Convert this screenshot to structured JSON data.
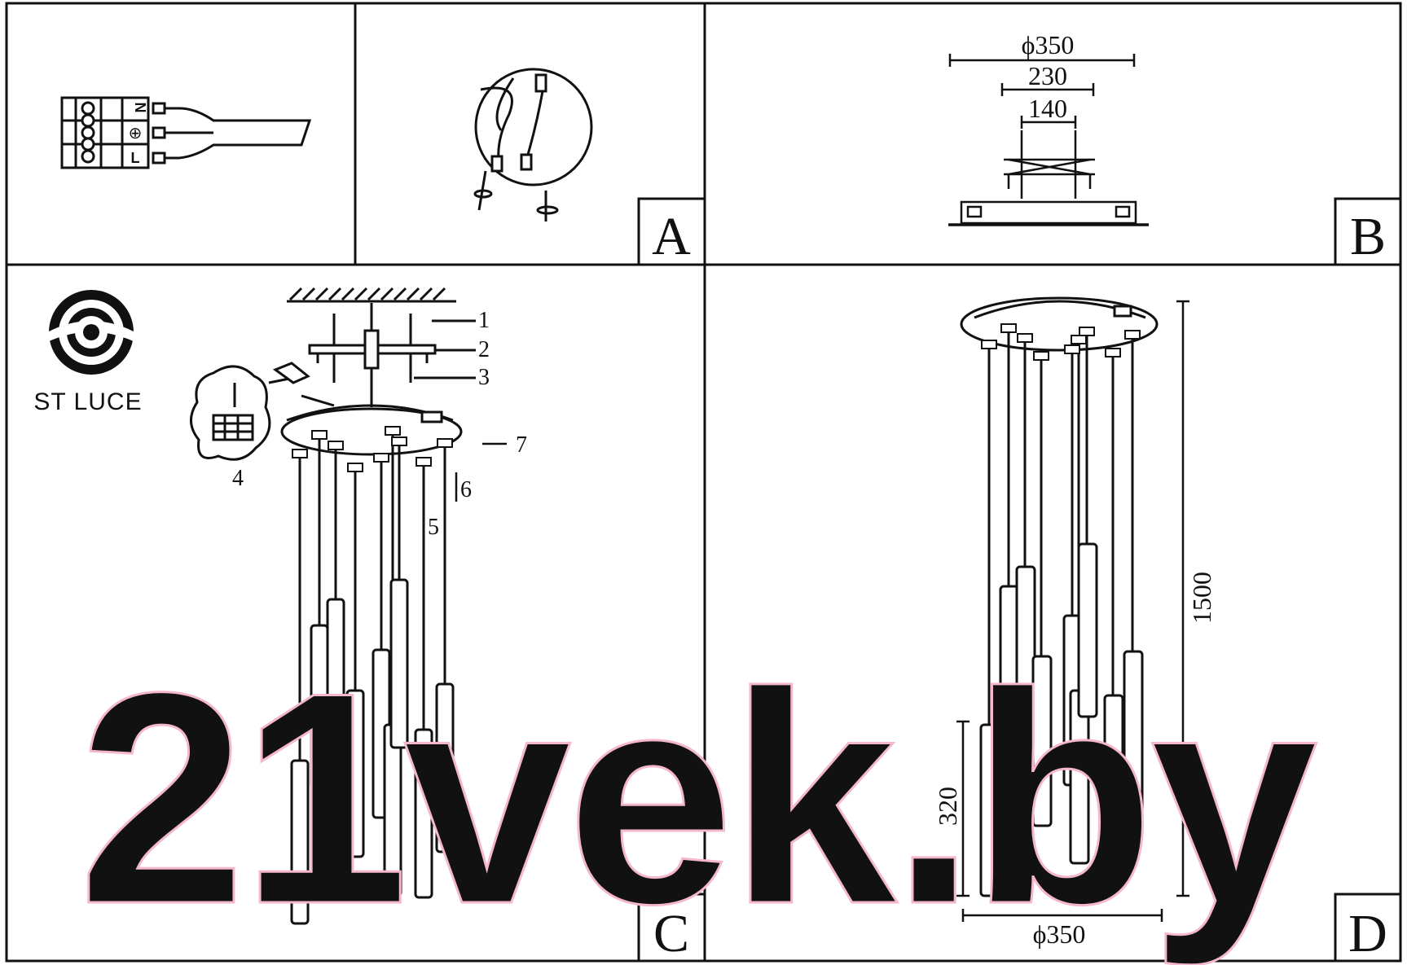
{
  "panels": {
    "a": {
      "letter": "A"
    },
    "b": {
      "letter": "B",
      "dim_350": "ϕ350",
      "dim_230": "230",
      "dim_140": "140"
    },
    "c": {
      "letter": "C",
      "brand": "ST LUCE",
      "callouts": [
        "1",
        "2",
        "3",
        "4",
        "5",
        "6",
        "7"
      ]
    },
    "d": {
      "letter": "D",
      "dim_height": "1500",
      "dim_shade": "320",
      "dim_diameter": "ϕ350"
    }
  },
  "terminal": {
    "labels": [
      "N",
      "⊕",
      "L"
    ]
  },
  "watermark": {
    "text": "21vek.by",
    "color": "#f5b7cf"
  },
  "colors": {
    "line": "#111111",
    "paper": "#ffffff"
  }
}
